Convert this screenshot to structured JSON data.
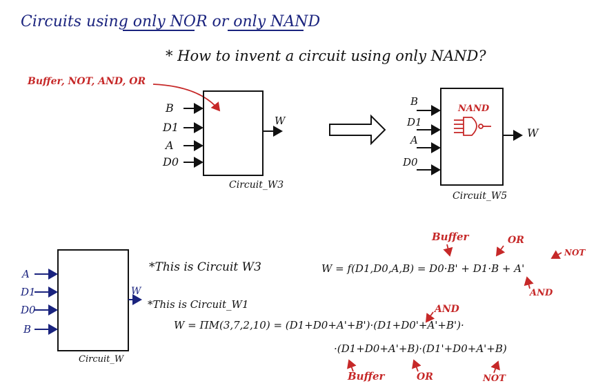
{
  "title": {
    "prefix": "Circuits using ",
    "nor": "only NOR",
    "mid": " or ",
    "nand": "only NAND"
  },
  "question": "* How to invent a circuit using only NAND?",
  "buffer_note": "Buffer, NOT, AND, OR",
  "circuit_w3": {
    "inputs": [
      "B",
      "D1",
      "A",
      "D0"
    ],
    "output": "W",
    "name": "Circuit_W3"
  },
  "circuit_w5": {
    "inputs": [
      "B",
      "D1",
      "A",
      "D0"
    ],
    "gate_label": "NAND",
    "output": "W",
    "name": "Circuit_W5"
  },
  "circuit_w": {
    "inputs": [
      "A",
      "D1",
      "D0",
      "B"
    ],
    "output": "W",
    "name": "Circuit_W"
  },
  "notes": {
    "this_is_w3": "*This is  Circuit W3",
    "equation_w3": "W = f(D1,D0,A,B) = D0·B' + D1·B + A'",
    "this_is_w1": "*This is  Circuit_W1",
    "equation_w1_line1": "W = ΠM(3,7,2,10) = (D1+D0+A'+B')·(D1+D0'+A'+B')·",
    "equation_w1_line2": "·(D1+D0+A'+B)·(D1'+D0+A'+B)"
  },
  "annotations": {
    "buffer_top": "Buffer",
    "or_top": "OR",
    "not_top": "NOT",
    "and_top": "AND",
    "and_mid": "AND",
    "buffer_bottom": "Buffer",
    "or_bottom": "OR",
    "not_bottom": "NOT"
  }
}
